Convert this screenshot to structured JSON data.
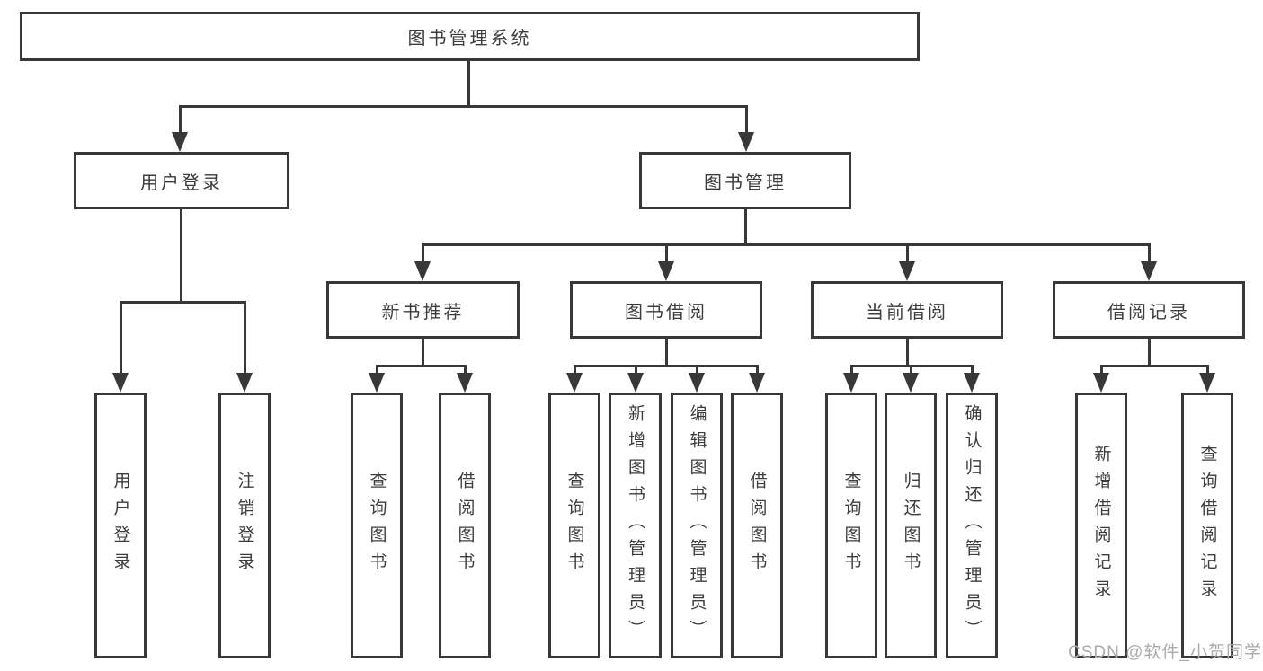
{
  "diagram": {
    "type": "tree",
    "root": {
      "label": "图书管理系统"
    },
    "branches": [
      {
        "label": "用户登录",
        "leaves": [
          {
            "label": "用户登录"
          },
          {
            "label": "注销登录"
          }
        ]
      },
      {
        "label": "图书管理",
        "children": [
          {
            "label": "新书推荐",
            "leaves": [
              {
                "label": "查询图书"
              },
              {
                "label": "借阅图书"
              }
            ]
          },
          {
            "label": "图书借阅",
            "leaves": [
              {
                "label": "查询图书"
              },
              {
                "label": "新增图书（管理员）"
              },
              {
                "label": "编辑图书（管理员）"
              },
              {
                "label": "借阅图书"
              }
            ]
          },
          {
            "label": "当前借阅",
            "leaves": [
              {
                "label": "查询图书"
              },
              {
                "label": "归还图书"
              },
              {
                "label": "确认归还（管理员）"
              }
            ]
          },
          {
            "label": "借阅记录",
            "leaves": [
              {
                "label": "新增借阅记录"
              },
              {
                "label": "查询借阅记录"
              }
            ]
          }
        ]
      }
    ],
    "colors": {
      "line": "#383838",
      "box_border": "#383838",
      "text": "#3c3c3c",
      "background": "#ffffff",
      "watermark": "#ababab"
    }
  },
  "watermark": {
    "text": "CSDN @软件_小贺同学"
  }
}
